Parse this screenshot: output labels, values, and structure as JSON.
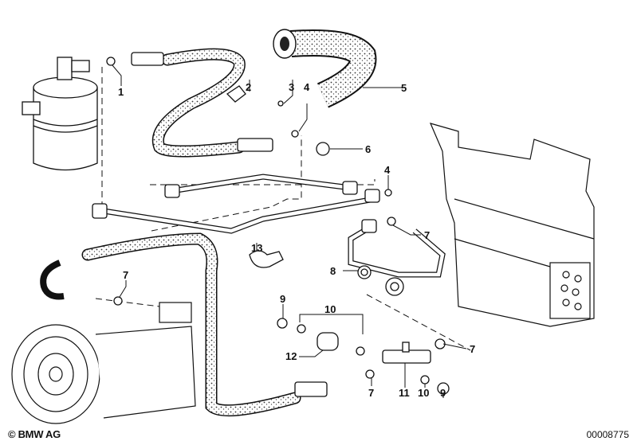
{
  "diagram": {
    "title": "Air conditioning refrigerant lines",
    "callouts": [
      {
        "id": "callout-1",
        "label": "1"
      },
      {
        "id": "callout-2",
        "label": "2"
      },
      {
        "id": "callout-3",
        "label": "3"
      },
      {
        "id": "callout-4a",
        "label": "4"
      },
      {
        "id": "callout-5",
        "label": "5"
      },
      {
        "id": "callout-6",
        "label": "6"
      },
      {
        "id": "callout-4b",
        "label": "4"
      },
      {
        "id": "callout-7a",
        "label": "7"
      },
      {
        "id": "callout-13",
        "label": "13"
      },
      {
        "id": "callout-8",
        "label": "8"
      },
      {
        "id": "callout-7b",
        "label": "7"
      },
      {
        "id": "callout-9a",
        "label": "9"
      },
      {
        "id": "callout-10a",
        "label": "10"
      },
      {
        "id": "callout-12",
        "label": "12"
      },
      {
        "id": "callout-7c",
        "label": "7"
      },
      {
        "id": "callout-7d",
        "label": "7"
      },
      {
        "id": "callout-11",
        "label": "11"
      },
      {
        "id": "callout-10b",
        "label": "10"
      },
      {
        "id": "callout-9b",
        "label": "9"
      }
    ]
  },
  "footer": {
    "copyright": "© BMW AG",
    "document_number": "00008775"
  }
}
